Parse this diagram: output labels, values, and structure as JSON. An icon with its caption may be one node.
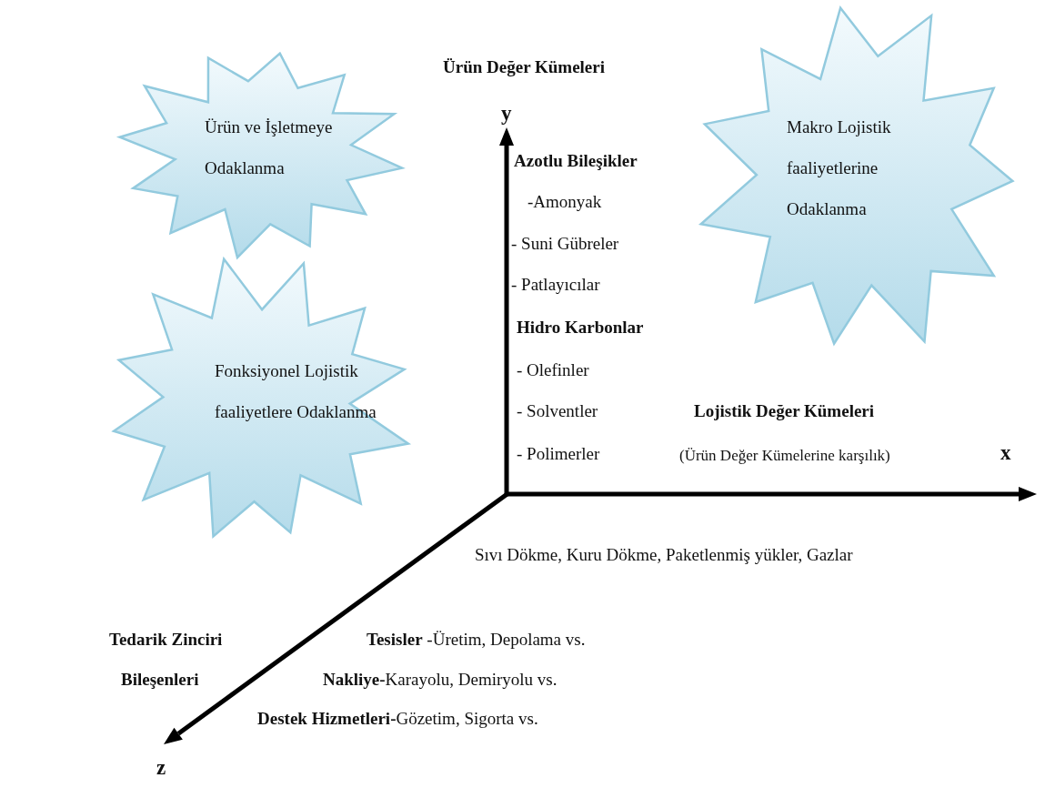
{
  "diagram": {
    "nodes": [
      {
        "text": [
          "Ürün ve İşletmeye Odaklanma"
        ]
      },
      {
        "text": [
          "Fonksiyonel Lojistik faaliyetlere Odaklanma"
        ]
      },
      {
        "text": [
          "Makro Lojistik faaliyetlerine Odaklanma"
        ]
      }
    ],
    "edges": [],
    "labels": [
      "Ürün Değer Kümeleri",
      "y",
      "Azotlu Bileşikler",
      "-Amonyak",
      "- Suni Gübreler",
      "- Patlayıcılar",
      "Hidro Karbonlar",
      "- Olefinler",
      "- Solventler",
      "Lojistik Değer Kümeleri",
      "- Polimerler",
      "(Ürün Değer Kümelerine karşılık)",
      "x",
      "Sıvı Dökme, Kuru Dökme, Paketlenmiş yükler, Gazlar",
      "Tedarik Zinciri",
      "**Tesisler** -Üretim, Depolama vs.",
      "Bileşenleri",
      "**Nakliye-**Karayolu, Demiryolu vs.",
      "**Destek Hizmetleri-**Gözetim, Sigorta vs.",
      "z"
    ]
  }
}
